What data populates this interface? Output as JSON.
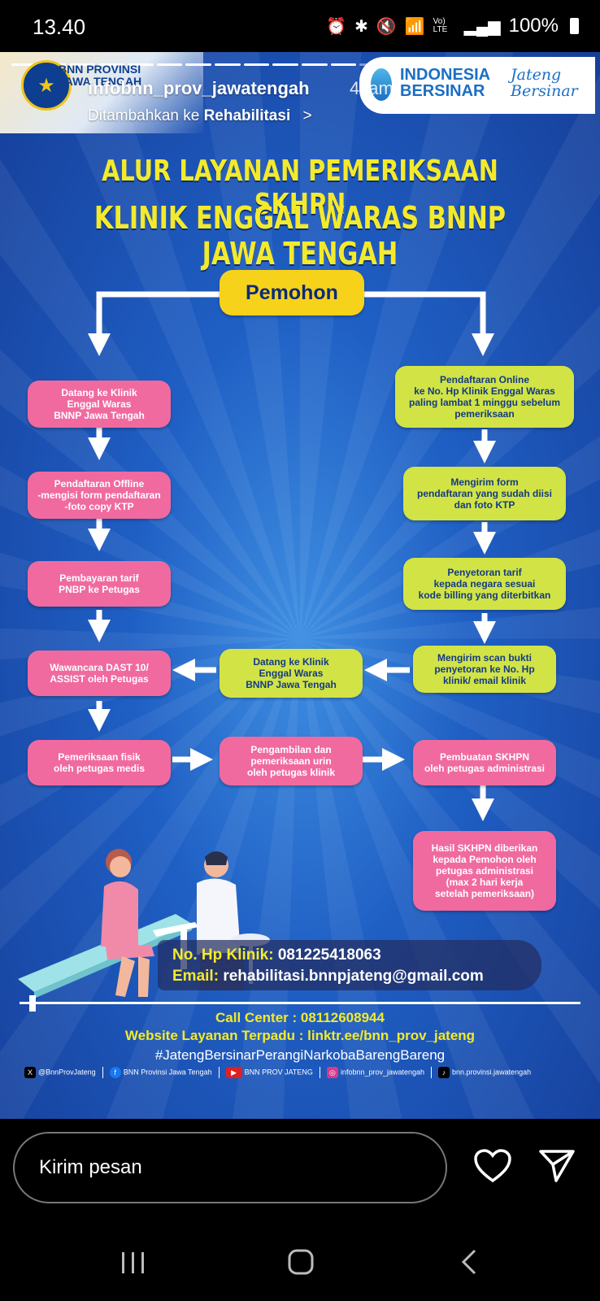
{
  "status_bar": {
    "time": "13.40",
    "network": "Vo) LTE",
    "battery": "100%"
  },
  "story": {
    "account": "infobnn_prov_jawatengah",
    "age": "4 jam",
    "added_prefix": "Ditambahkan ke ",
    "added_target": "Rehabilitasi",
    "added_chevron": ">",
    "more_icon": "⋮",
    "logo_text": "BNN PROVINSI\nJAWA TENGAH",
    "indonesia_bersinar": "INDONESIA\nBERSINAR",
    "jateng_bersinar": "Jateng\nBersinar"
  },
  "poster": {
    "title_1": "ALUR LAYANAN PEMERIKSAAN SKHPN",
    "title_2": "KLINIK ENGGAL WARAS BNNP JAWA TENGAH",
    "start": "Pemohon",
    "left_steps": [
      "Datang ke Klinik\nEnggal Waras\nBNNP Jawa Tengah",
      "Pendaftaran Offline\n-mengisi form pendaftaran\n-foto copy KTP",
      "Pembayaran tarif\nPNBP ke Petugas",
      "Wawancara DAST 10/\nASSIST oleh Petugas",
      "Pemeriksaan fisik\noleh petugas medis"
    ],
    "right_steps": [
      "Pendaftaran Online\nke No. Hp Klinik Enggal Waras\npaling lambat 1 minggu sebelum\npemeriksaan",
      "Mengirim form\npendaftaran yang sudah diisi\ndan foto KTP",
      "Penyetoran tarif\nkepada negara sesuai\nkode billing yang diterbitkan",
      "Mengirim scan bukti\npenyetoran ke No. Hp\nklinik/ email klinik"
    ],
    "middle_visit": "Datang ke Klinik\nEnggal Waras\nBNNP Jawa Tengah",
    "urine": "Pengambilan dan\npemeriksaan urin\noleh petugas klinik",
    "skhpn": "Pembuatan SKHPN\noleh petugas administrasi",
    "result": "Hasil SKHPN diberikan\nkepada Pemohon oleh\npetugas administrasi\n(max 2 hari kerja\nsetelah pemeriksaan)",
    "phone_label": "No. Hp Klinik:",
    "phone": "081225418063",
    "email_label": "Email:",
    "email": "rehabilitasi.bnnpjateng@gmail.com",
    "call_center": "Call Center : 08112608944",
    "website": "Website Layanan Terpadu : linktr.ee/bnn_prov_jateng",
    "hashtag": "#JatengBersinarPerangiNarkobaBarengBareng",
    "socials": [
      {
        "icon": "x-icon",
        "label": "@BnnProvJateng"
      },
      {
        "icon": "facebook-icon",
        "label": "BNN Provinsi Jawa Tengah"
      },
      {
        "icon": "youtube-icon",
        "label": "BNN PROV JATENG"
      },
      {
        "icon": "instagram-icon",
        "label": "infobnn_prov_jawatengah"
      },
      {
        "icon": "tiktok-icon",
        "label": "bnn.provinsi.jawatengah"
      }
    ]
  },
  "reply_bar": {
    "placeholder": "Kirim pesan"
  },
  "colors": {
    "pink": "#f06aa0",
    "lime": "#d2e346",
    "yellow": "#f7d21a",
    "title": "#f3ea2c"
  }
}
